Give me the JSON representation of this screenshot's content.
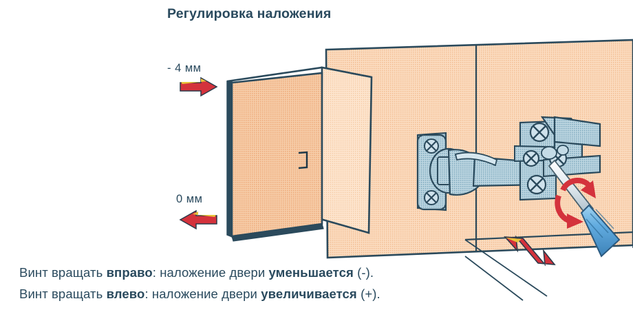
{
  "title": "Регулировка наложения",
  "labels": {
    "top_dimension": "- 4 мм",
    "bottom_dimension": "0 мм"
  },
  "captions": {
    "line1": {
      "prefix": "Винт вращать ",
      "direction": "вправо",
      "middle": ": наложение двери ",
      "result": "уменьшается",
      "suffix": " (-)."
    },
    "line2": {
      "prefix": "Винт вращать ",
      "direction": "влево",
      "middle": ":  наложение двери ",
      "result": "увеличивается",
      "suffix": " (+)."
    }
  },
  "colors": {
    "text": "#2a4a5e",
    "outline": "#2b4a5c",
    "door_face": "#f3c39b",
    "panel_face": "#f7cfae",
    "side_face": "#fadfc6",
    "top_face": "#ffffff",
    "metal": "#a9c6d4",
    "metal_dark": "#2b4a5c",
    "arrow_red": "#d4323c",
    "arrow_highlight": "#e8c33a",
    "handle_blue": "#5fa8d8",
    "shaft": "#d9e2e8"
  },
  "icons": {
    "arrow_right": "arrow-right-icon",
    "arrow_left": "arrow-left-icon",
    "arrow_double_diagonal": "arrow-double-diagonal-icon",
    "rotation_arrows": "rotation-arrows-icon",
    "screwdriver": "screwdriver-icon",
    "hinge": "cabinet-hinge-icon",
    "cabinet": "cabinet-door-icon"
  }
}
